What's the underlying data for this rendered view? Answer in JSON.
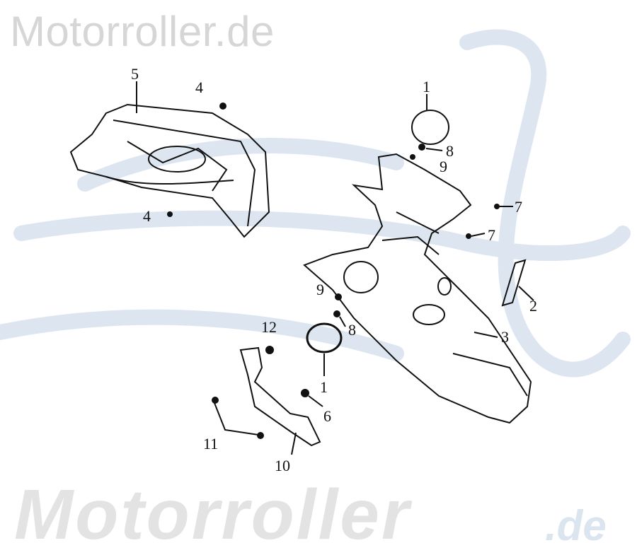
{
  "watermark": {
    "top": "Motorroller.de",
    "bottom": "Motorroller",
    "bottom_suffix": ".de"
  },
  "colors": {
    "line": "#111111",
    "watermark_gray": "#d6d6d6",
    "watermark_blue": "#dbe5ef"
  },
  "callouts": {
    "c5": "5",
    "c4a": "4",
    "c4b": "4",
    "c1a": "1",
    "c8a": "8",
    "c9a": "9",
    "c7a": "7",
    "c7b": "7",
    "c2": "2",
    "c9b": "9",
    "c8b": "8",
    "c3": "3",
    "c12": "12",
    "c1b": "1",
    "c6": "6",
    "c11": "11",
    "c10": "10"
  }
}
